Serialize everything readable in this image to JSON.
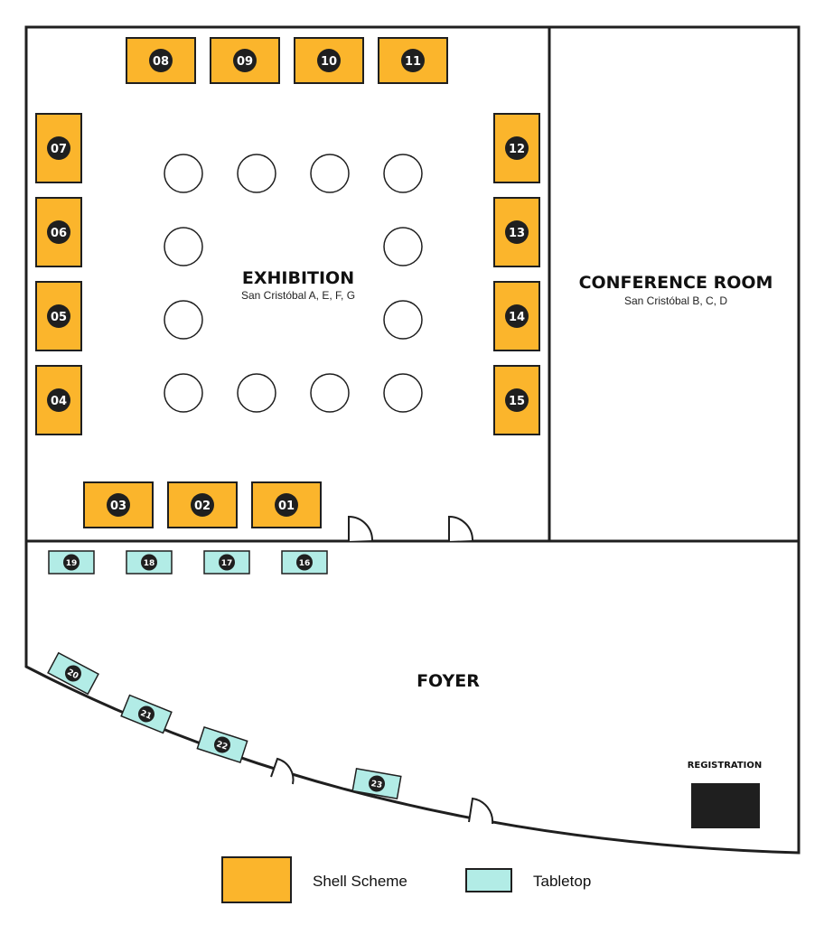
{
  "colors": {
    "shell_scheme": "#FBB52C",
    "tabletop": "#B2ECE6",
    "badge": "#1F1F1F",
    "outline": "#1F1F1F",
    "registration": "#1F1F1F"
  },
  "rooms": {
    "exhibition": {
      "title": "EXHIBITION",
      "subtitle": "San Cristóbal A, E, F, G"
    },
    "conference": {
      "title": "CONFERENCE ROOM",
      "subtitle": "San Cristóbal B, C, D"
    },
    "foyer": {
      "title": "FOYER"
    }
  },
  "registration": {
    "label": "REGISTRATION"
  },
  "legend": [
    {
      "label": "Shell Scheme",
      "type": "shell"
    },
    {
      "label": "Tabletop",
      "type": "tabletop"
    }
  ],
  "booths": {
    "shell": [
      "01",
      "02",
      "03",
      "04",
      "05",
      "06",
      "07",
      "08",
      "09",
      "10",
      "11",
      "12",
      "13",
      "14",
      "15"
    ],
    "tabletop": [
      "16",
      "17",
      "18",
      "19",
      "20",
      "21",
      "22",
      "23"
    ]
  }
}
